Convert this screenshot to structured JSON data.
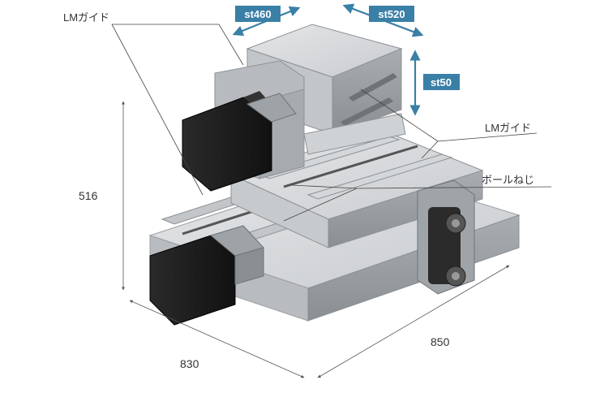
{
  "labels": {
    "lm_guide_top": "LMガイド",
    "lm_guide_right": "LMガイド",
    "ball_screw": "ボールねじ"
  },
  "strokes": {
    "x": "st460",
    "y": "st520",
    "z": "st50"
  },
  "dimensions": {
    "height": "516",
    "depth": "830",
    "width": "850"
  },
  "colors": {
    "accent": "#3a7fa6",
    "motor": "#1c1c1c",
    "metal_light": "#d9dcde",
    "metal_mid": "#b6babd",
    "metal_dark": "#8d9296",
    "leader": "#444444"
  },
  "icons": [
    "double-arrow-icon"
  ]
}
